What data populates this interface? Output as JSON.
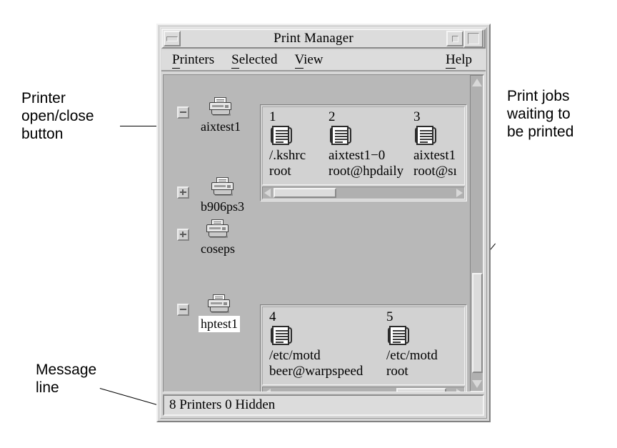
{
  "window": {
    "title": "Print Manager",
    "titlebar_buttons": [
      {
        "name": "window-menu-button",
        "icon": "window-menu-icon"
      },
      {
        "name": "minimize-button",
        "icon": "minimize-icon"
      },
      {
        "name": "maximize-button",
        "icon": "maximize-icon"
      }
    ],
    "menubar": [
      {
        "label": "Printers",
        "mnemonic": "P",
        "rest": "rinters"
      },
      {
        "label": "Selected",
        "mnemonic": "S",
        "rest": "elected"
      },
      {
        "label": "View",
        "mnemonic": "V",
        "rest": "iew"
      },
      {
        "label": "Help",
        "mnemonic": "H",
        "rest": "elp"
      }
    ],
    "status": "8 Printers 0 Hidden"
  },
  "printers": [
    {
      "name": "aixtest1",
      "expanded": true,
      "selected": false,
      "expander": "minus"
    },
    {
      "name": "b906ps3",
      "expanded": false,
      "selected": false,
      "expander": "plus"
    },
    {
      "name": "coseps",
      "expanded": false,
      "selected": false,
      "expander": "plus"
    },
    {
      "name": "hptest1",
      "expanded": true,
      "selected": true,
      "expander": "minus"
    }
  ],
  "job_panels": [
    {
      "owner": "aixtest1",
      "scroll_position": "left",
      "jobs": [
        {
          "number": "1",
          "name": "/.kshrc",
          "owner": "root"
        },
        {
          "number": "2",
          "name": "aixtest1−0",
          "owner": "root@hpdaily"
        },
        {
          "number": "3",
          "name": "aixtest1",
          "owner": "root@sı"
        }
      ]
    },
    {
      "owner": "hptest1",
      "scroll_position": "right",
      "jobs": [
        {
          "number": "4",
          "name": "/etc/motd",
          "owner": "beer@warpspeed"
        },
        {
          "number": "5",
          "name": "/etc/motd",
          "owner": "root"
        }
      ]
    }
  ],
  "annotations": [
    {
      "id": "printer-open-close",
      "text": "Printer\nopen/close\nbutton"
    },
    {
      "id": "print-jobs-waiting",
      "text": "Print jobs\nwaiting to\nbe printed"
    },
    {
      "id": "message-line",
      "text": "Message\nline"
    }
  ]
}
